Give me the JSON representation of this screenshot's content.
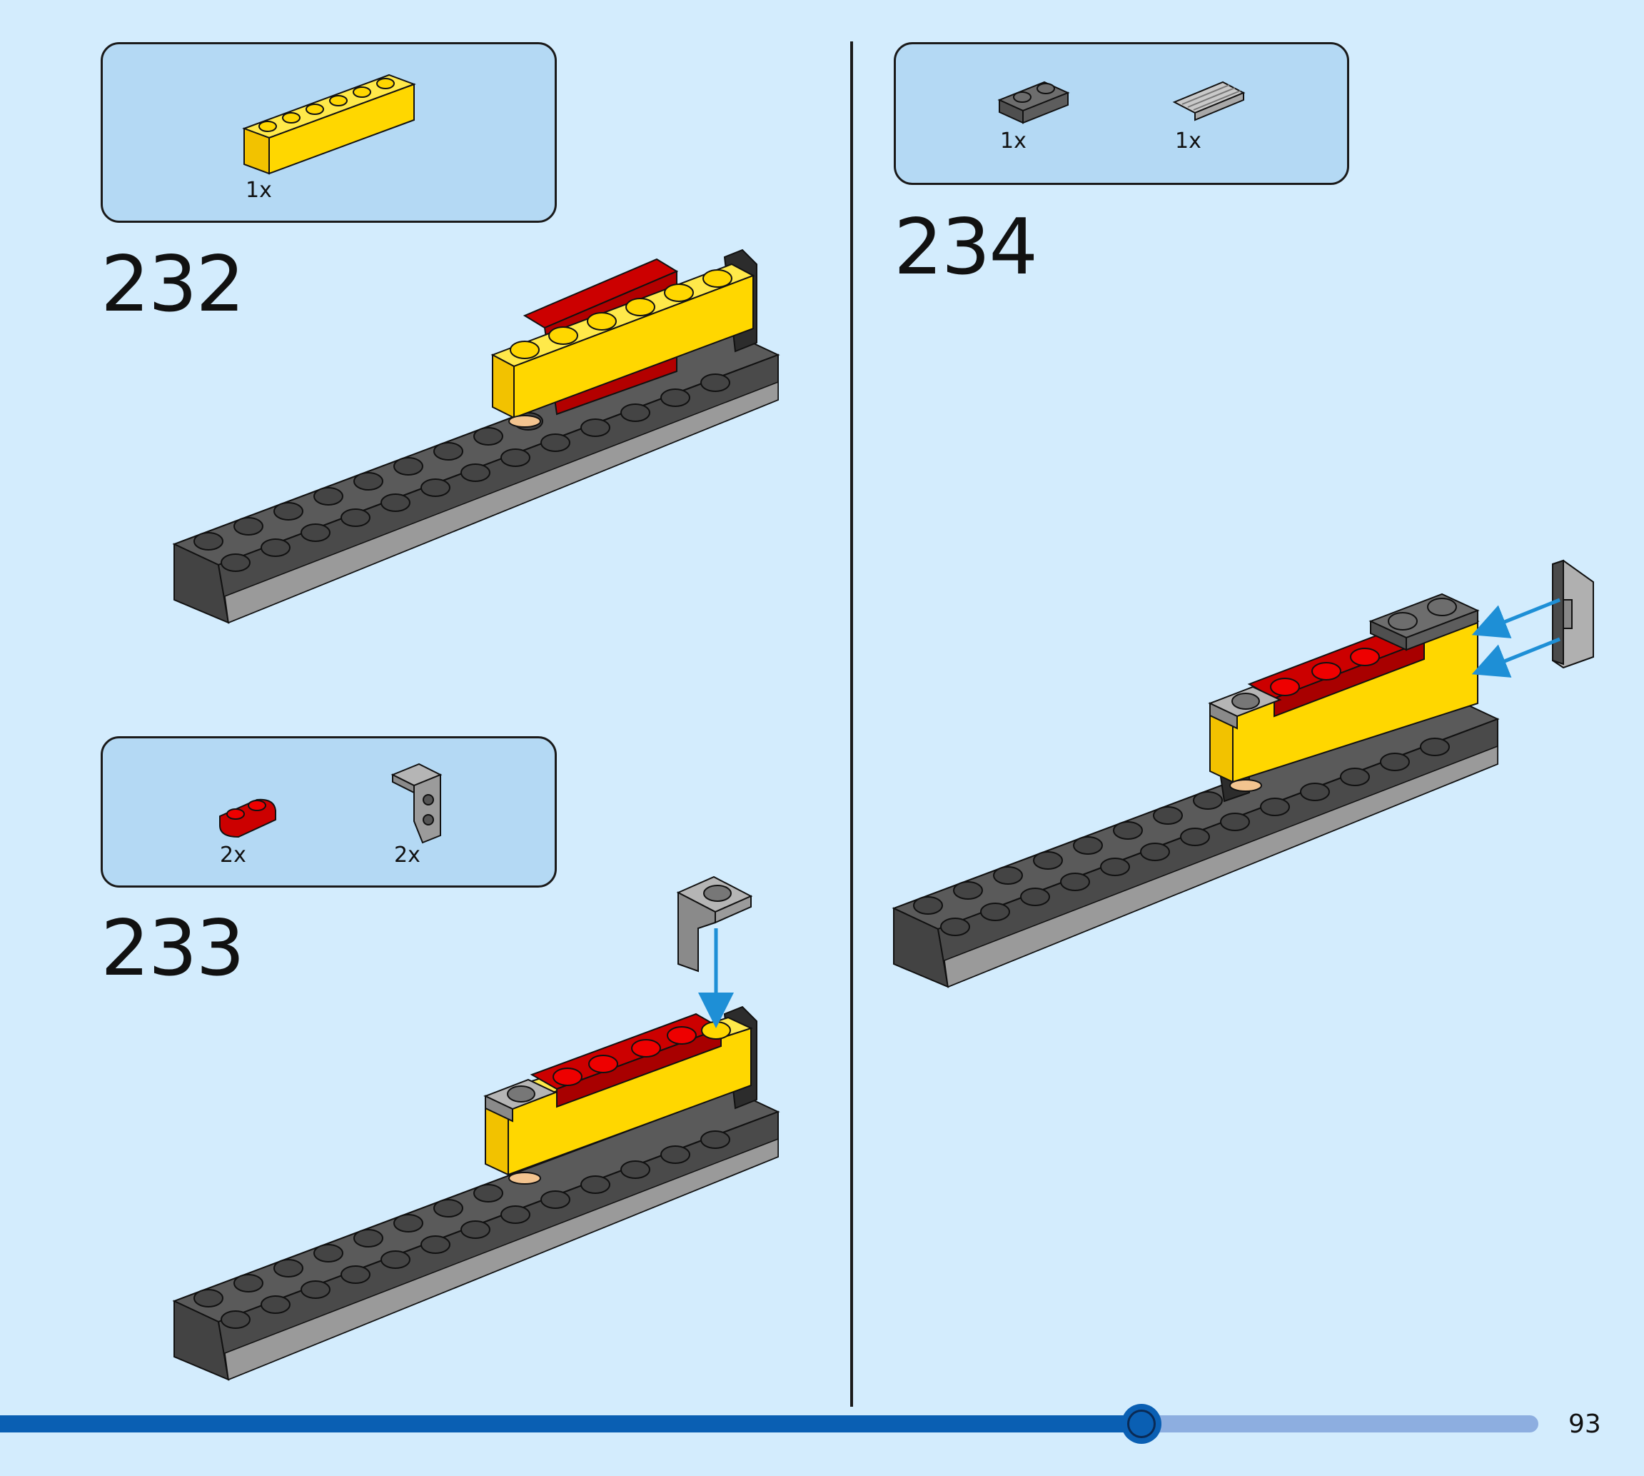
{
  "steps": [
    {
      "number": "232",
      "parts": [
        {
          "name": "yellow-brick-1x6",
          "qty": "1x"
        }
      ]
    },
    {
      "number": "233",
      "parts": [
        {
          "name": "red-plate-1x2",
          "qty": "2x"
        },
        {
          "name": "grey-bracket",
          "qty": "2x"
        }
      ]
    },
    {
      "number": "234",
      "parts": [
        {
          "name": "dark-grey-plate-1x2",
          "qty": "1x"
        },
        {
          "name": "grey-grille-tile",
          "qty": "1x"
        }
      ]
    }
  ],
  "footer": {
    "page_number": "93",
    "progress": 0.742
  },
  "colors": {
    "background": "#d3ecfd",
    "parts_box": "#b4d9f4",
    "progress_fill": "#0a5fb3",
    "progress_track": "#8daee0",
    "arrow": "#1e8fd6"
  }
}
